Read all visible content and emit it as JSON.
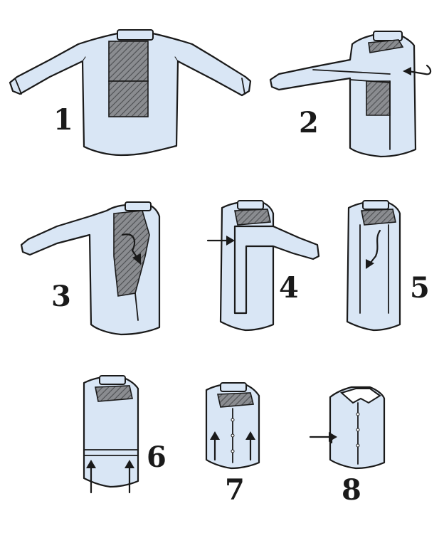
{
  "steps": [
    {
      "number": "1"
    },
    {
      "number": "2"
    },
    {
      "number": "3"
    },
    {
      "number": "4"
    },
    {
      "number": "5"
    },
    {
      "number": "6"
    },
    {
      "number": "7"
    },
    {
      "number": "8"
    }
  ],
  "colors": {
    "shirt": "#d9e6f5",
    "hatch": "#6e7074",
    "ink": "#1a1a1a"
  }
}
